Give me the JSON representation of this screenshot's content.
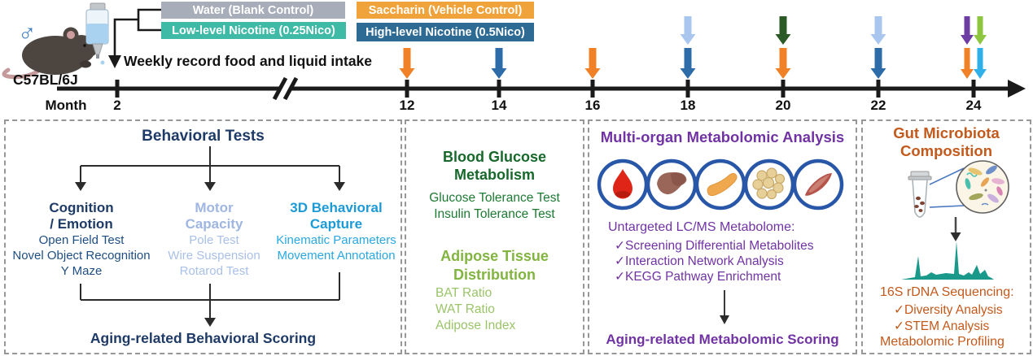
{
  "colors": {
    "orange": "#f08127",
    "steel_blue": "#2d6ca8",
    "lavender": "#a9c6ee",
    "dark_green": "#2c5a26",
    "purple": "#6d3da3",
    "yellow_green": "#8ec63f",
    "cyan": "#2fb0e8",
    "navy_text": "#1e3a66",
    "bright_blue_text": "#1d9ad6",
    "dark_green_text": "#17682b",
    "light_green_text": "#82b440",
    "purple_text": "#7133a3",
    "rust_text": "#c4591c",
    "chromatogram_teal": "#18998a"
  },
  "subject": {
    "sex_symbol": "♂",
    "strain": "C57BL/6J"
  },
  "legend": {
    "water": {
      "label": "Water (Blank Control)",
      "color": "#a7adb9"
    },
    "low_nicotine": {
      "label": "Low-level Nicotine (0.25Nico)",
      "color": "#3fbaa6"
    },
    "saccharin": {
      "label": "Saccharin (Vehicle Control)",
      "color": "#f0a33a"
    },
    "high_nicotine": {
      "label": "High-level Nicotine (0.5Nico)",
      "color": "#2e6b94"
    }
  },
  "timeline": {
    "axis_label": "Month",
    "note": "Weekly record food and liquid intake",
    "months": [
      "2",
      "12",
      "14",
      "16",
      "18",
      "20",
      "22",
      "24"
    ],
    "events": [
      {
        "month": "12",
        "arrows": [
          "orange"
        ]
      },
      {
        "month": "14",
        "arrows": [
          "steel_blue"
        ]
      },
      {
        "month": "16",
        "arrows": [
          "orange"
        ]
      },
      {
        "month": "18",
        "arrows": [
          "lavender",
          "steel_blue"
        ]
      },
      {
        "month": "20",
        "arrows": [
          "dark_green",
          "orange"
        ]
      },
      {
        "month": "22",
        "arrows": [
          "lavender",
          "steel_blue"
        ]
      },
      {
        "month": "24",
        "arrows": [
          "purple",
          "yellow_green",
          "orange",
          "cyan"
        ]
      }
    ]
  },
  "panels": {
    "behavioral": {
      "title": "Behavioral Tests",
      "columns": [
        {
          "header_line1": "Cognition",
          "header_line2": "/ Emotion",
          "items": [
            "Open Field Test",
            "Novel Object Recognition",
            "Y Maze"
          ]
        },
        {
          "header_line1": "Motor",
          "header_line2": "Capacity",
          "items": [
            "Pole Test",
            "Wire Suspension",
            "Rotarod Test"
          ]
        },
        {
          "header_line1": "3D Behavioral",
          "header_line2": "Capture",
          "items": [
            "Kinematic Parameters",
            "Movement Annotation"
          ]
        }
      ],
      "footer": "Aging-related Behavioral Scoring"
    },
    "glucose_adipose": {
      "section1": {
        "title_line1": "Blood Glucose",
        "title_line2": "Metabolism",
        "items": [
          "Glucose Tolerance Test",
          "Insulin Tolerance Test"
        ]
      },
      "section2": {
        "title_line1": "Adipose Tissue",
        "title_line2": "Distribution",
        "items": [
          "BAT Ratio",
          "WAT Ratio",
          "Adipose Index"
        ]
      }
    },
    "metabolomic": {
      "title": "Multi-organ Metabolomic Analysis",
      "organs": [
        "blood-drop",
        "liver",
        "pancreas",
        "adipose-tissue",
        "muscle"
      ],
      "subtitle": "Untargeted LC/MS Metabolome:",
      "check_glyph": "✓",
      "checklist": [
        "Screening Differential Metabolites",
        "Interaction Network Analysis",
        "KEGG Pathway Enrichment"
      ],
      "footer": "Aging-related Metabolomic Scoring"
    },
    "microbiota": {
      "title_line1": "Gut Microbiota",
      "title_line2": "Composition",
      "subtitle": "16S rDNA Sequencing:",
      "check_glyph": "✓",
      "checklist": [
        "Diversity Analysis",
        "STEM Analysis"
      ],
      "footer": "Metabolomic Profiling"
    }
  }
}
